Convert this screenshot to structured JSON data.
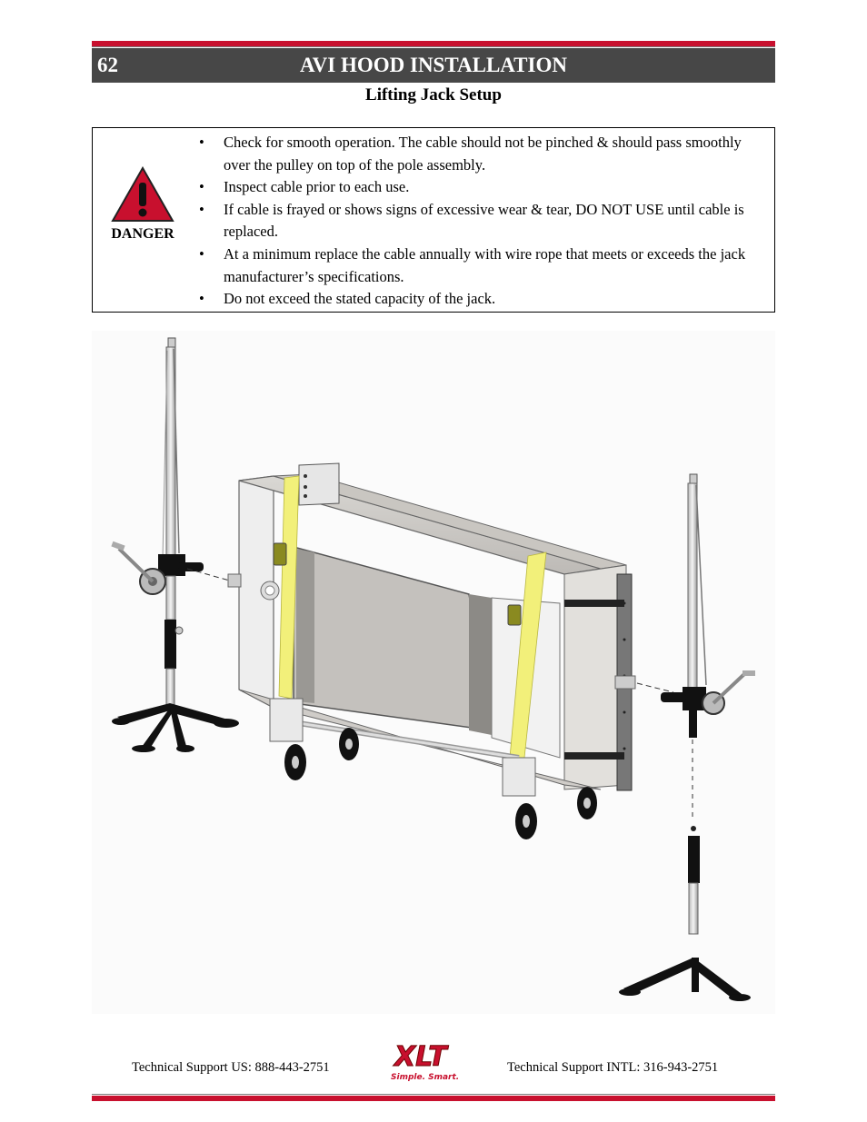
{
  "header": {
    "page_number": "62",
    "title": "AVI HOOD INSTALLATION",
    "subtitle": "Lifting Jack Setup"
  },
  "danger": {
    "icon": "warning-triangle-icon",
    "label": "DANGER",
    "items": [
      "Check for smooth operation.  The cable should not be pinched & should pass smoothly over the pulley on top of the pole assembly.",
      "Inspect cable prior to each use.",
      "If cable is frayed or shows signs of excessive wear & tear, DO NOT USE until cable is replaced.",
      "At a minimum replace the cable annually with wire rope that meets or exceeds the jack manufacturer’s specifications.",
      "Do not exceed the stated capacity of the jack."
    ]
  },
  "footer": {
    "support_us": "Technical Support  US:  888-443-2751",
    "support_intl": "Technical Support  INTL:  316-943-2751",
    "logo_text": "XLT",
    "logo_tagline": "Simple. Smart."
  },
  "colors": {
    "accent_red": "#c8102e",
    "header_gray": "#474747",
    "strap_yellow": "#f2f07a"
  }
}
